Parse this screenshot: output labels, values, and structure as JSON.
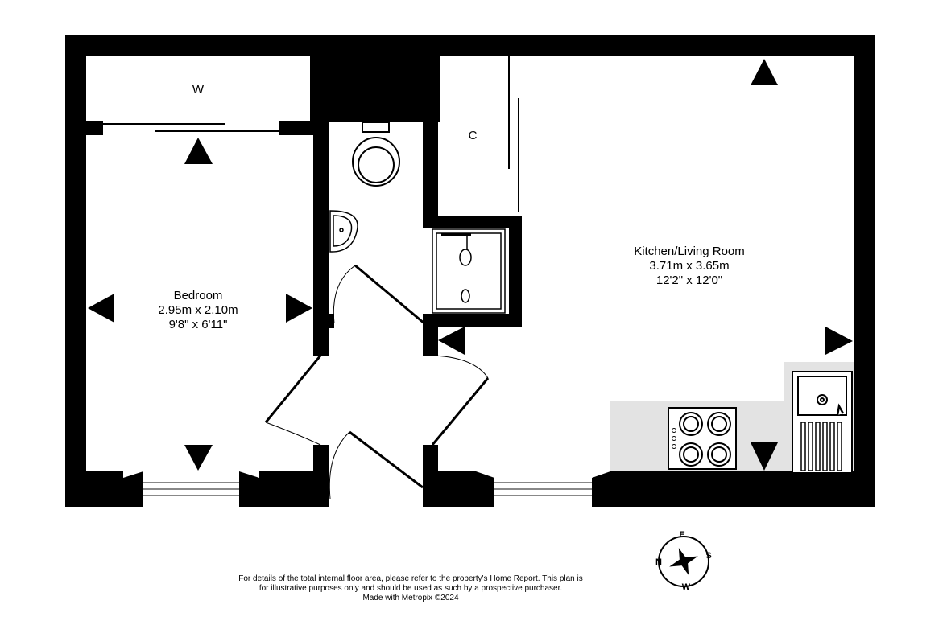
{
  "rooms": {
    "bedroom": {
      "name": "Bedroom",
      "metric": "2.95m  x 2.10m",
      "imperial": "9'8\"  x 6'11\""
    },
    "kitchen": {
      "name": "Kitchen/Living Room",
      "metric": "3.71m  x 3.65m",
      "imperial": "12'2\"  x 12'0\""
    }
  },
  "markers": {
    "wardrobe": "W",
    "cupboard": "C"
  },
  "disclaimer": {
    "line1": "For details of the total internal floor area, please refer to the property's Home Report. This plan is",
    "line2": "for illustrative purposes only and should be used as such by a prospective purchaser.",
    "line3": "Made with Metropix ©2024"
  },
  "compass": {
    "n": "N",
    "e": "E",
    "s": "S",
    "w": "W"
  },
  "colors": {
    "wall": "#000000",
    "worktop": "#e3e3e3",
    "window": "#888888"
  }
}
